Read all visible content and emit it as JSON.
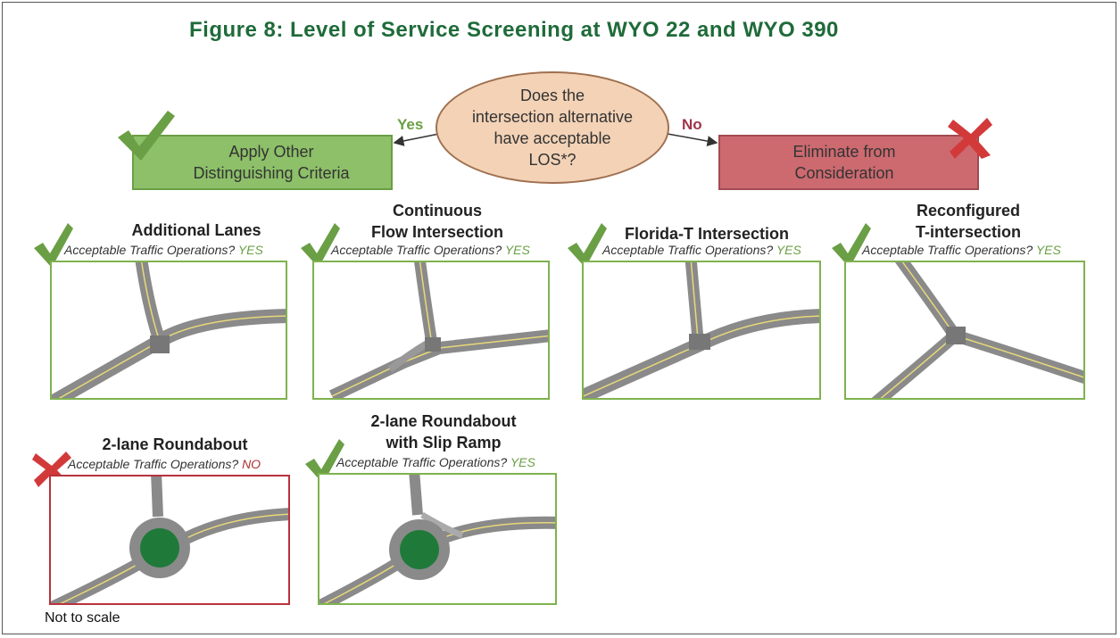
{
  "title": "Figure 8: Level of Service Screening at WYO 22 and WYO 390",
  "decision": {
    "question": "Does the\nintersection alternative\nhave acceptable\nLOS*?",
    "yes_label": "Yes",
    "no_label": "No",
    "yes_box": "Apply Other\nDistinguishing Criteria",
    "no_box": "Eliminate from\nConsideration"
  },
  "alternatives": [
    {
      "name": "Additional Lanes",
      "ops_label": "Acceptable Traffic Operations?",
      "answer": "YES"
    },
    {
      "name": "Continuous\nFlow Intersection",
      "ops_label": "Acceptable Traffic Operations?",
      "answer": "YES"
    },
    {
      "name": "Florida-T Intersection",
      "ops_label": "Acceptable Traffic Operations?",
      "answer": "YES"
    },
    {
      "name": "Reconfigured\nT-intersection",
      "ops_label": "Acceptable Traffic Operations?",
      "answer": "YES"
    },
    {
      "name": "2-lane Roundabout",
      "ops_label": "Acceptable Traffic Operations?",
      "answer": "NO"
    },
    {
      "name": "2-lane Roundabout\nwith Slip Ramp",
      "ops_label": "Acceptable Traffic Operations?",
      "answer": "YES"
    }
  ],
  "footnote": "Not to scale",
  "colors": {
    "title": "#1f6b3a",
    "accept_green": "#6a9f45",
    "reject_red": "#b8323c",
    "oval_fill": "#f3d2b6",
    "roundabout_island": "#1f7a3a"
  },
  "icons": {
    "accept": "checkmark-icon",
    "reject": "x-mark-icon"
  }
}
